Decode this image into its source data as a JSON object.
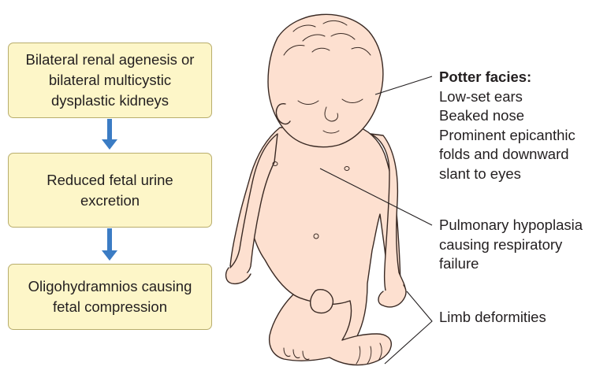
{
  "flow": {
    "box1_lines": [
      "Bilateral renal agenesis or",
      "bilateral multicystic",
      "dysplastic kidneys"
    ],
    "box2_lines": [
      "Reduced fetal urine",
      "excretion"
    ],
    "box3_lines": [
      "Oligohydramnios causing",
      "fetal compression"
    ]
  },
  "labels": {
    "potter_title": "Potter facies:",
    "potter_lines": [
      "Low-set ears",
      "Beaked nose",
      "Prominent epicanthic",
      "folds and downward",
      "slant to eyes"
    ],
    "pulmonary_lines": [
      "Pulmonary hypoplasia",
      "causing respiratory",
      "failure"
    ],
    "limb": "Limb deformities"
  },
  "colors": {
    "box_fill": "#fdf6c8",
    "box_border": "#b8ad6c",
    "arrow": "#3b7cc4",
    "skin": "#fde0d0",
    "outline": "#3a2a24"
  }
}
